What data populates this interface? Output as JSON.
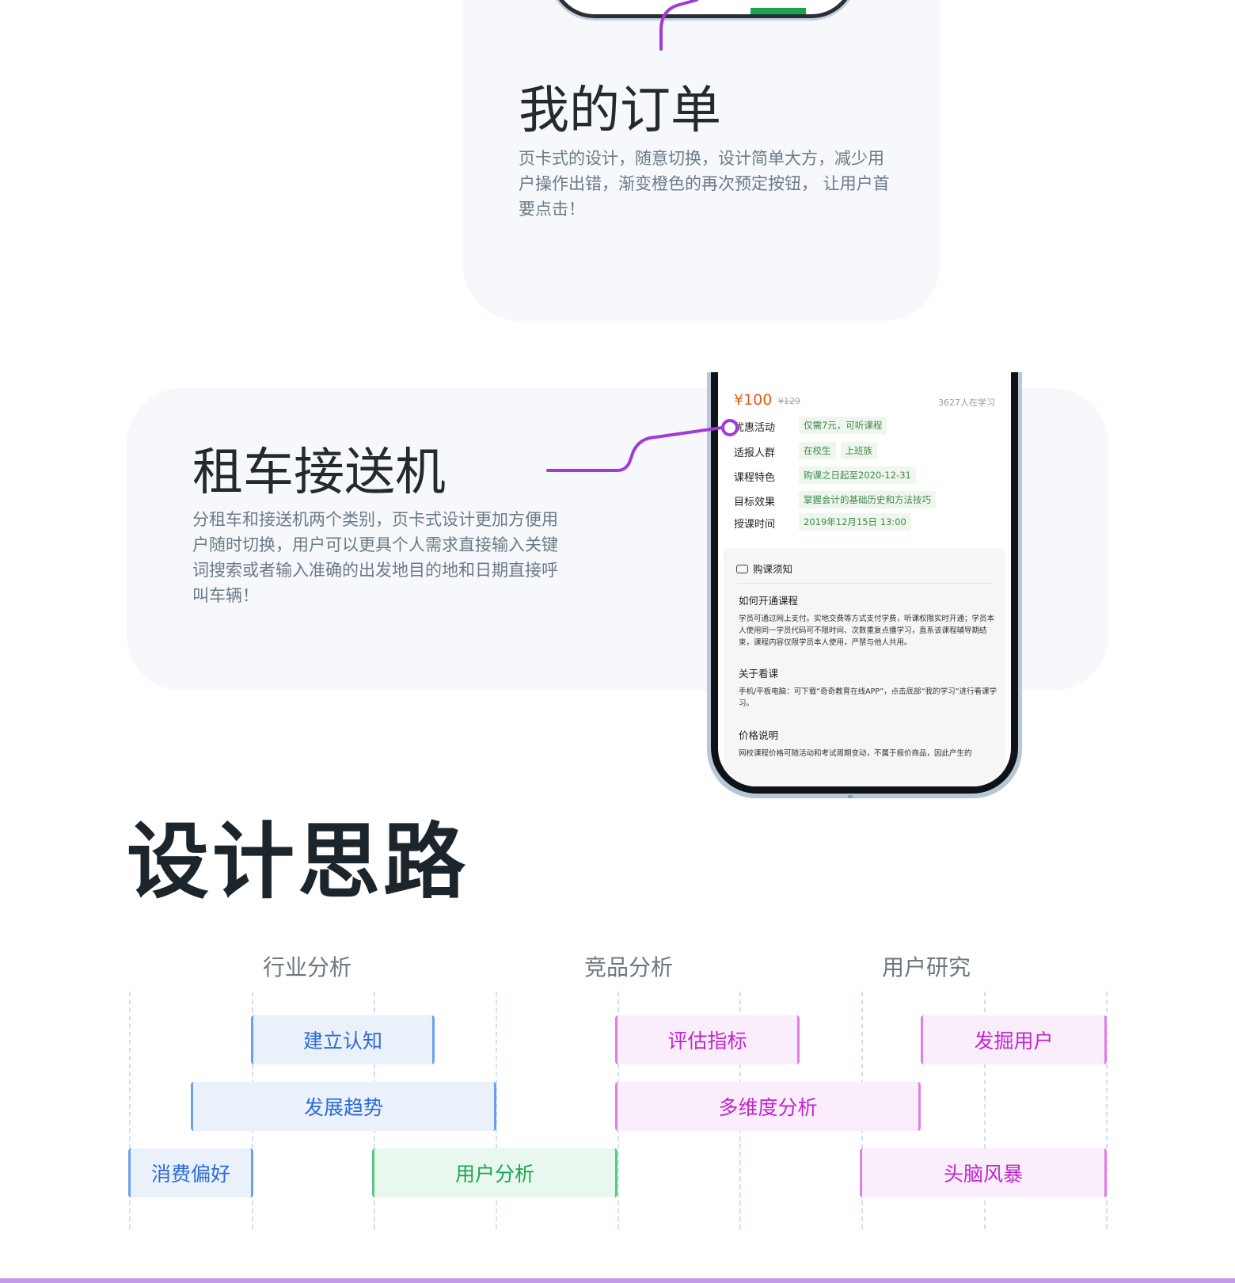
{
  "orders": {
    "title": "我的订单",
    "description": "页卡式的设计，随意切换，设计简单大方，减少用户操作出错，渐变橙色的再次预定按钮， 让用户首要点击！"
  },
  "rental": {
    "title": "租车接送机",
    "description": "分租车和接送机两个类别，页卡式设计更加方便用户随时切换，用户可以更具个人需求直接输入关键词搜索或者输入准确的出发地目的地和日期直接呼叫车辆！"
  },
  "phone": {
    "price_current": "¥100",
    "price_original": "¥129",
    "learners": "3627人在学习",
    "info": [
      {
        "label": "优惠活动",
        "tags": [
          "仅需7元，可听课程"
        ]
      },
      {
        "label": "适报人群",
        "tags": [
          "在校生",
          "上班族"
        ]
      },
      {
        "label": "课程特色",
        "tags": [
          "购课之日起至2020-12-31"
        ]
      },
      {
        "label": "目标效果",
        "tags": [
          "掌握会计的基础历史和方法技巧"
        ]
      },
      {
        "label": "授课时间",
        "tags": [
          "2019年12月15日 13:00"
        ]
      }
    ],
    "notice_title": "购课须知",
    "sections": [
      {
        "title": "如何开通课程",
        "body": "学员可通过网上支付。实地交费等方式支付学费，听课权限实时开通；学员本人使用同一学员代码可不限时间、次数重复点播学习，直系该课程辅导期结束，课程内容仅限学员本人使用，严禁与他人共用。"
      },
      {
        "title": "关于看课",
        "body": "手机/平板电脑：可下载“奇奇教育在线APP”，点击底部“我的学习”进行看课学习。"
      },
      {
        "title": "价格说明",
        "body": "网校课程价格可随活动和考试周期变动，不属于报价商品，因此产生的"
      }
    ]
  },
  "design_thinking": {
    "title": "设计思路",
    "categories": [
      "行业分析",
      "竞品分析",
      "用户研究"
    ],
    "chips": [
      "建立认知",
      "发展趋势",
      "消费偏好",
      "用户分析",
      "评估指标",
      "多维度分析",
      "发掘用户",
      "头脑风暴"
    ]
  },
  "colors": {
    "connector": "#a23ad8",
    "blue_accent": "#6aa1ef",
    "pink_accent": "#de7ee6",
    "green_accent": "#58c985",
    "price": "#e85a1c"
  }
}
